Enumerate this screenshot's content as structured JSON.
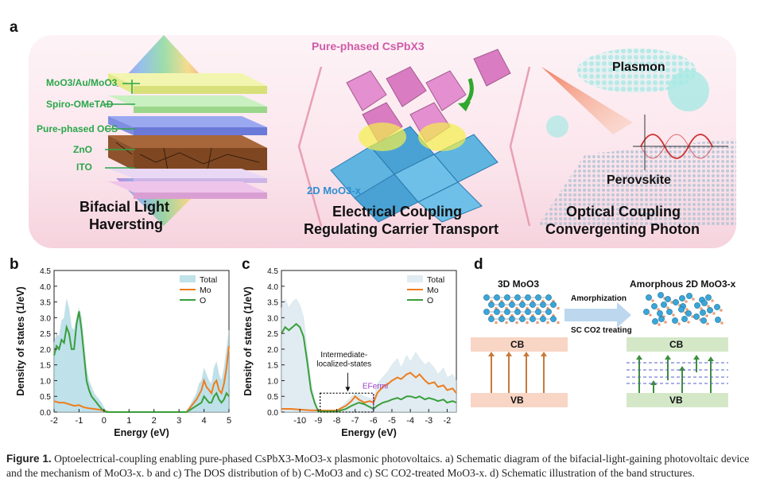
{
  "panel_labels": {
    "a": "a",
    "b": "b",
    "c": "c",
    "d": "d"
  },
  "panel_a": {
    "layers": [
      "MoO3/Au/MoO3",
      "Spiro-OMeTAD",
      "Pure-phased OCS",
      "ZnO",
      "ITO"
    ],
    "left_title_l1": "Bifacial Light",
    "left_title_l2": "Haversting",
    "center_top_label": "Pure-phased CsPbX3",
    "center_bottom_label": "2D MoO3-x",
    "center_title_l1": "Electrical Coupling",
    "center_title_l2": "Regulating Carrier Transport",
    "right_plasmon": "Plasmon",
    "right_perovskite": "Perovskite",
    "right_title_l1": "Optical Coupling",
    "right_title_l2": "Convergenting Photon"
  },
  "chart_data": [
    {
      "type": "area",
      "panel": "b",
      "xlabel": "Energy (eV)",
      "ylabel": "Density of states (1/eV)",
      "xlim": [
        -2,
        5
      ],
      "ylim": [
        0,
        4.5
      ],
      "xticks": [
        -2,
        -1,
        0,
        1,
        2,
        3,
        4,
        5
      ],
      "yticks": [
        0.0,
        0.5,
        1.0,
        1.5,
        2.0,
        2.5,
        3.0,
        3.5,
        4.0,
        4.5
      ],
      "legend_position": "top-right",
      "series": [
        {
          "name": "Total",
          "color": "#a9d8e4",
          "x": [
            -2,
            -1.9,
            -1.8,
            -1.7,
            -1.6,
            -1.5,
            -1.4,
            -1.3,
            -1.2,
            -1.1,
            -1.0,
            -0.9,
            -0.8,
            -0.7,
            -0.6,
            -0.5,
            -0.4,
            -0.3,
            -0.2,
            -0.1,
            0.0,
            0.1,
            0.2,
            3.3,
            3.5,
            3.7,
            3.8,
            3.9,
            4.0,
            4.1,
            4.2,
            4.3,
            4.4,
            4.5,
            4.6,
            4.7,
            4.8,
            4.9,
            5.0
          ],
          "y": [
            2.2,
            2.5,
            2.4,
            2.9,
            3.0,
            3.6,
            3.3,
            2.7,
            2.6,
            3.0,
            3.3,
            3.0,
            2.2,
            1.4,
            1.0,
            0.8,
            0.6,
            0.5,
            0.4,
            0.3,
            0.15,
            0.02,
            0.0,
            0.0,
            0.3,
            0.6,
            0.9,
            1.0,
            1.4,
            1.2,
            1.0,
            0.9,
            1.4,
            1.6,
            1.2,
            1.0,
            1.4,
            2.0,
            2.6
          ]
        },
        {
          "name": "Mo",
          "color": "#ee7d1e",
          "x": [
            -2,
            -1.8,
            -1.6,
            -1.4,
            -1.2,
            -1.0,
            -0.8,
            -0.6,
            -0.4,
            -0.2,
            0.0,
            0.2,
            3.3,
            3.5,
            3.7,
            3.9,
            4.0,
            4.1,
            4.2,
            4.3,
            4.4,
            4.5,
            4.6,
            4.7,
            4.8,
            4.9,
            5.0
          ],
          "y": [
            0.35,
            0.3,
            0.3,
            0.25,
            0.2,
            0.22,
            0.15,
            0.12,
            0.1,
            0.08,
            0.04,
            0.0,
            0.0,
            0.2,
            0.4,
            0.7,
            1.0,
            0.8,
            0.7,
            0.6,
            0.9,
            1.0,
            0.7,
            0.6,
            0.9,
            1.4,
            2.1
          ]
        },
        {
          "name": "O",
          "color": "#3a9e3a",
          "x": [
            -2,
            -1.9,
            -1.8,
            -1.7,
            -1.6,
            -1.5,
            -1.4,
            -1.3,
            -1.2,
            -1.1,
            -1.0,
            -0.9,
            -0.8,
            -0.7,
            -0.6,
            -0.5,
            -0.4,
            -0.3,
            -0.2,
            -0.1,
            0.0,
            0.1,
            0.2,
            3.3,
            3.5,
            3.7,
            3.9,
            4.0,
            4.1,
            4.2,
            4.3,
            4.4,
            4.5,
            4.6,
            4.7,
            4.8,
            4.9,
            5.0
          ],
          "y": [
            1.8,
            2.1,
            2.0,
            2.3,
            2.2,
            2.7,
            2.5,
            2.0,
            2.0,
            2.8,
            3.2,
            2.6,
            1.8,
            1.0,
            0.7,
            0.5,
            0.4,
            0.3,
            0.2,
            0.1,
            0.05,
            0.0,
            0.0,
            0.0,
            0.1,
            0.2,
            0.3,
            0.5,
            0.4,
            0.3,
            0.3,
            0.5,
            0.6,
            0.4,
            0.3,
            0.4,
            0.6,
            0.5
          ]
        }
      ]
    },
    {
      "type": "area",
      "panel": "c",
      "xlabel": "Energy (eV)",
      "ylabel": "Density of states (1/eV)",
      "xlim": [
        -11,
        -1.5
      ],
      "ylim": [
        0,
        4.5
      ],
      "xticks": [
        -10,
        -9,
        -8,
        -7,
        -6,
        -5,
        -4,
        -3,
        -2
      ],
      "yticks": [
        0.0,
        0.5,
        1.0,
        1.5,
        2.0,
        2.5,
        3.0,
        3.5,
        4.0,
        4.5
      ],
      "legend_position": "top-right",
      "annotations": [
        "Intermediate-",
        "localized-states",
        "EFermi"
      ],
      "series": [
        {
          "name": "Total",
          "color": "#d6e6ee",
          "x": [
            -11,
            -10.8,
            -10.6,
            -10.4,
            -10.2,
            -10.0,
            -9.8,
            -9.6,
            -9.4,
            -9.2,
            -9.0,
            -8.8,
            -8.0,
            -7.5,
            -7.2,
            -7.0,
            -6.8,
            -6.5,
            -6.0,
            -5.8,
            -5.5,
            -5.2,
            -5.0,
            -4.7,
            -4.5,
            -4.2,
            -4.0,
            -3.7,
            -3.5,
            -3.2,
            -3.0,
            -2.7,
            -2.5,
            -2.2,
            -2.0,
            -1.7,
            -1.5
          ],
          "y": [
            3.3,
            3.6,
            3.3,
            3.5,
            3.6,
            3.4,
            3.0,
            2.0,
            1.0,
            0.4,
            0.05,
            0.05,
            0.05,
            0.3,
            0.5,
            0.6,
            0.6,
            0.5,
            0.4,
            0.9,
            1.1,
            1.3,
            1.5,
            1.7,
            1.4,
            1.8,
            1.6,
            1.9,
            1.7,
            1.5,
            1.6,
            1.4,
            1.2,
            1.4,
            1.1,
            1.2,
            1.0
          ]
        },
        {
          "name": "Mo",
          "color": "#ee7d1e",
          "x": [
            -11,
            -10.5,
            -10.0,
            -9.5,
            -9.0,
            -8.5,
            -8.0,
            -7.5,
            -7.2,
            -7.0,
            -6.8,
            -6.5,
            -6.2,
            -6.0,
            -5.8,
            -5.5,
            -5.2,
            -5.0,
            -4.7,
            -4.5,
            -4.2,
            -4.0,
            -3.7,
            -3.5,
            -3.2,
            -3.0,
            -2.7,
            -2.5,
            -2.2,
            -2.0,
            -1.7,
            -1.5
          ],
          "y": [
            0.1,
            0.1,
            0.08,
            0.06,
            0.05,
            0.05,
            0.05,
            0.2,
            0.35,
            0.5,
            0.4,
            0.3,
            0.35,
            0.3,
            0.6,
            0.8,
            0.9,
            1.0,
            1.1,
            1.05,
            1.2,
            1.25,
            1.1,
            1.2,
            1.0,
            0.9,
            0.95,
            0.8,
            0.85,
            0.7,
            0.75,
            0.6
          ]
        },
        {
          "name": "O",
          "color": "#3a9e3a",
          "x": [
            -11,
            -10.8,
            -10.6,
            -10.4,
            -10.2,
            -10.0,
            -9.8,
            -9.6,
            -9.4,
            -9.2,
            -9.0,
            -8.8,
            -8.0,
            -7.5,
            -7.2,
            -7.0,
            -6.8,
            -6.5,
            -6.0,
            -5.8,
            -5.5,
            -5.2,
            -5.0,
            -4.7,
            -4.5,
            -4.2,
            -4.0,
            -3.7,
            -3.5,
            -3.2,
            -3.0,
            -2.7,
            -2.5,
            -2.2,
            -2.0,
            -1.7,
            -1.5
          ],
          "y": [
            2.5,
            2.7,
            2.6,
            2.7,
            2.8,
            2.7,
            2.4,
            1.6,
            0.7,
            0.3,
            0.02,
            0.02,
            0.02,
            0.1,
            0.2,
            0.25,
            0.3,
            0.25,
            0.1,
            0.2,
            0.3,
            0.35,
            0.4,
            0.45,
            0.4,
            0.5,
            0.5,
            0.45,
            0.5,
            0.4,
            0.45,
            0.4,
            0.35,
            0.4,
            0.3,
            0.35,
            0.3
          ]
        }
      ]
    }
  ],
  "panel_d": {
    "left_title": "3D MoO3",
    "right_title": "Amorphous 2D MoO3-x",
    "arrow_top": "Amorphization",
    "arrow_bottom": "SC CO2 treating",
    "cb": "CB",
    "vb": "VB",
    "colors": {
      "left_band": "#f8d5c4",
      "right_band": "#d4e8c8",
      "left_arrow": "#c8793a",
      "right_arrow": "#3e8e3e"
    }
  },
  "caption": {
    "label": "Figure 1.",
    "text": "Optoelectrical-coupling enabling pure-phased CsPbX3-MoO3-x plasmonic photovoltaics. a) Schematic diagram of the bifacial-light-gaining photovoltaic device and the mechanism of MoO3-x. b and c) The DOS distribution of b) C-MoO3 and c) SC CO2-treated MoO3-x. d) Schematic illustration of the band structures."
  }
}
